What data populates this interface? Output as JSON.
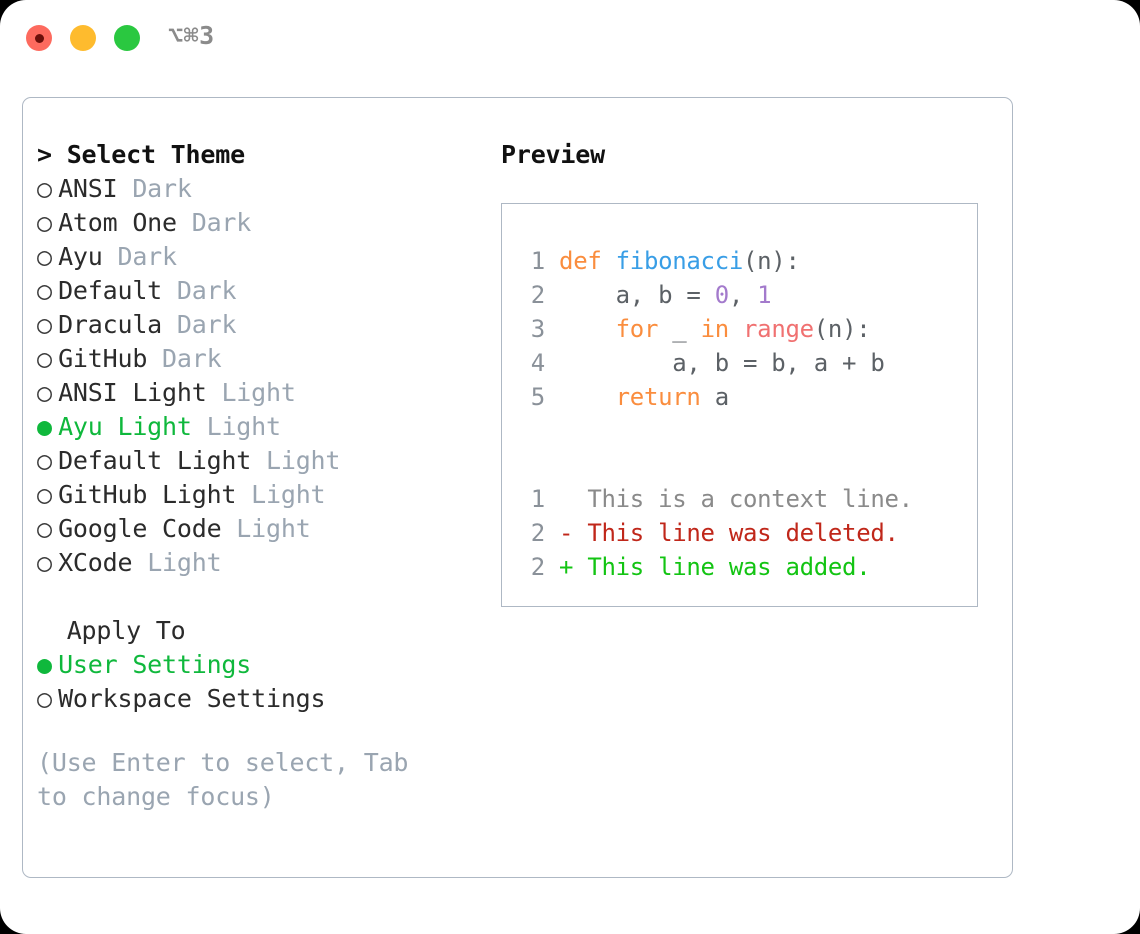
{
  "window": {
    "shortcut": "⌥⌘3",
    "traffic_lights": [
      {
        "name": "close",
        "color": "#fd6a5e"
      },
      {
        "name": "minimize",
        "color": "#febb2e"
      },
      {
        "name": "maximize",
        "color": "#2ac840"
      }
    ]
  },
  "theme_picker": {
    "header": "> Select Theme",
    "selected_marker": "●",
    "unselected_marker": "○",
    "items": [
      {
        "marker": "○",
        "label": "ANSI",
        "badge": "Dark",
        "selected": false
      },
      {
        "marker": "○",
        "label": "Atom One",
        "badge": "Dark",
        "selected": false
      },
      {
        "marker": "○",
        "label": "Ayu",
        "badge": "Dark",
        "selected": false
      },
      {
        "marker": "○",
        "label": "Default",
        "badge": "Dark",
        "selected": false
      },
      {
        "marker": "○",
        "label": "Dracula",
        "badge": "Dark",
        "selected": false
      },
      {
        "marker": "○",
        "label": "GitHub",
        "badge": "Dark",
        "selected": false
      },
      {
        "marker": "○",
        "label": "ANSI Light",
        "badge": "Light",
        "selected": false
      },
      {
        "marker": "●",
        "label": "Ayu Light",
        "badge": "Light",
        "selected": true
      },
      {
        "marker": "○",
        "label": "Default Light",
        "badge": "Light",
        "selected": false
      },
      {
        "marker": "○",
        "label": "GitHub Light",
        "badge": "Light",
        "selected": false
      },
      {
        "marker": "○",
        "label": "Google Code",
        "badge": "Light",
        "selected": false
      },
      {
        "marker": "○",
        "label": "XCode",
        "badge": "Light",
        "selected": false
      }
    ]
  },
  "apply_to": {
    "title": "  Apply To",
    "items": [
      {
        "marker": "●",
        "label": "User Settings",
        "selected": true
      },
      {
        "marker": "○",
        "label": "Workspace Settings",
        "selected": false
      }
    ]
  },
  "hint": "(Use Enter to select, Tab to change focus)",
  "preview": {
    "title": "Preview",
    "code_lines": [
      {
        "number": "1",
        "tokens": [
          {
            "text": "def ",
            "type": "kw"
          },
          {
            "text": "fibonacci",
            "type": "fn"
          },
          {
            "text": "(n):",
            "type": "punct"
          }
        ]
      },
      {
        "number": "2",
        "tokens": [
          {
            "text": "    a, b = ",
            "type": "plain"
          },
          {
            "text": "0",
            "type": "num"
          },
          {
            "text": ", ",
            "type": "plain"
          },
          {
            "text": "1",
            "type": "num"
          }
        ]
      },
      {
        "number": "3",
        "tokens": [
          {
            "text": "    ",
            "type": "plain"
          },
          {
            "text": "for",
            "type": "kw"
          },
          {
            "text": " _ ",
            "type": "plain"
          },
          {
            "text": "in",
            "type": "kw"
          },
          {
            "text": " ",
            "type": "plain"
          },
          {
            "text": "range",
            "type": "built"
          },
          {
            "text": "(n):",
            "type": "punct"
          }
        ]
      },
      {
        "number": "4",
        "tokens": [
          {
            "text": "        a, b = b, a + b",
            "type": "plain"
          }
        ]
      },
      {
        "number": "5",
        "tokens": [
          {
            "text": "    ",
            "type": "plain"
          },
          {
            "text": "return",
            "type": "kw"
          },
          {
            "text": " a",
            "type": "plain"
          }
        ]
      }
    ],
    "diff_lines": [
      {
        "number": "1",
        "sign": " ",
        "text": " This is a context line.",
        "type": "ctx"
      },
      {
        "number": "2",
        "sign": "-",
        "text": " This line was deleted.",
        "type": "del"
      },
      {
        "number": "2",
        "sign": "+",
        "text": " This line was added.",
        "type": "add"
      }
    ]
  },
  "colors": {
    "accent_green": "#0fb83c",
    "badge_gray": "#9aa5b1",
    "border": "#aeb8c4",
    "keyword": "#fa8d3e",
    "function": "#399ee6",
    "number": "#a37acc",
    "builtin": "#f07171",
    "diff_add": "#13c413",
    "diff_del": "#c0271a"
  }
}
